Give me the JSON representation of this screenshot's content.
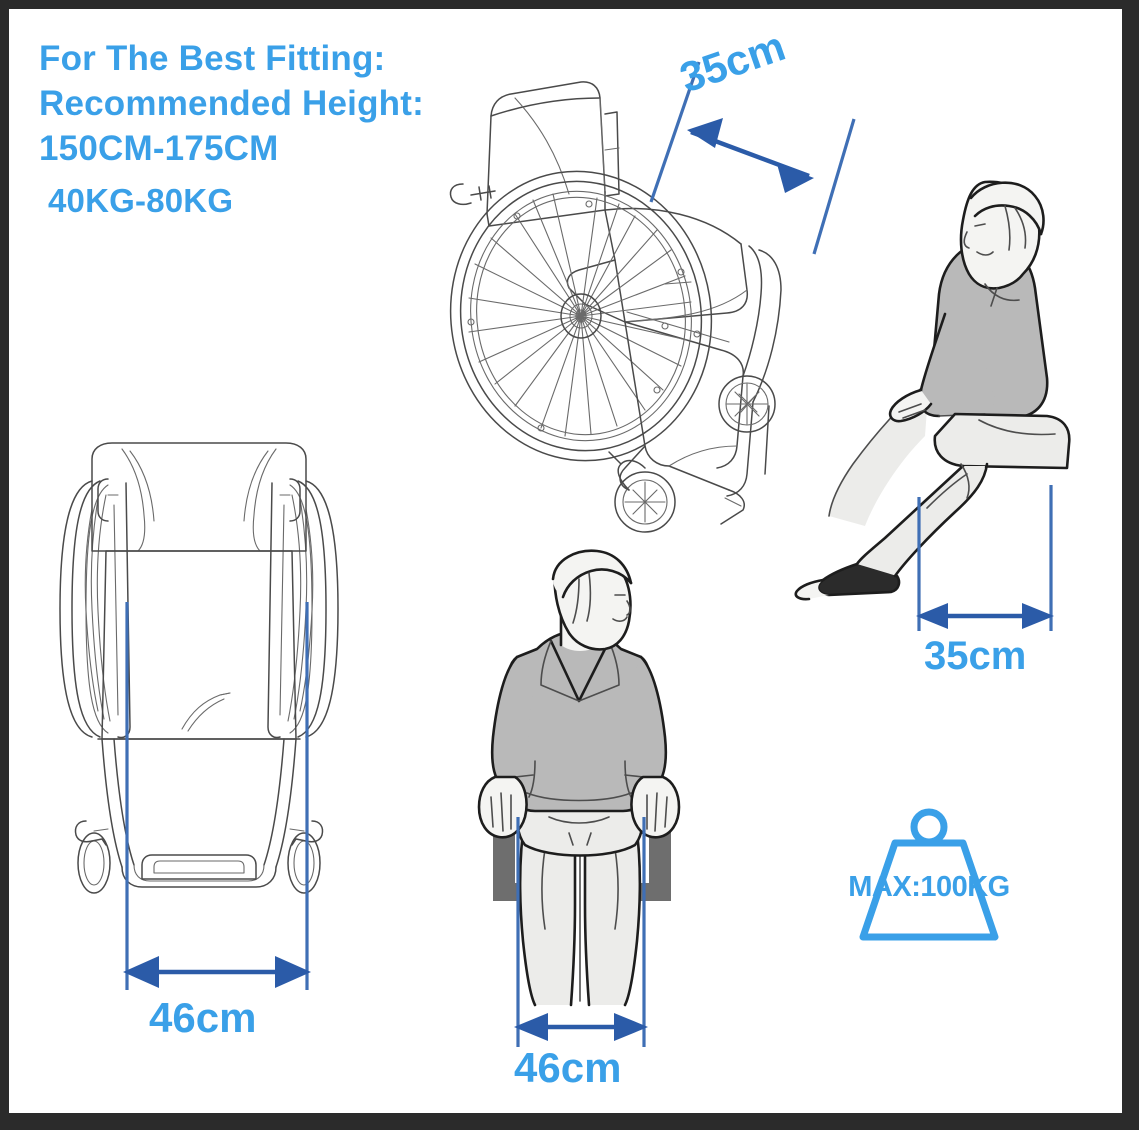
{
  "border": {
    "color": "#2b2b2b"
  },
  "colors": {
    "text_blue": "#3aa0e8",
    "dimension_blue": "#2b5ba8",
    "extension_blue": "#3f6fb5",
    "shirt_gray": "#b9b9b9",
    "armrest_gray": "#6e6e6e",
    "background": "#ffffff"
  },
  "header": {
    "line1": "For The Best Fitting:",
    "line2": "Recommended Height:",
    "line3": "150CM-175CM",
    "line4": "40KG-80KG"
  },
  "dimensions": {
    "seat_depth": "35cm",
    "seat_height": "35cm",
    "chair_width": "46cm",
    "seat_width": "46cm"
  },
  "weight_badge": {
    "label": "MAX:100KG"
  },
  "illustrations": {
    "wheelchair_three_quarter": "wheelchair-three-quarter-view",
    "person_side": "seated-person-side-view",
    "wheelchair_front": "wheelchair-front-view",
    "person_front": "seated-person-front-view"
  }
}
